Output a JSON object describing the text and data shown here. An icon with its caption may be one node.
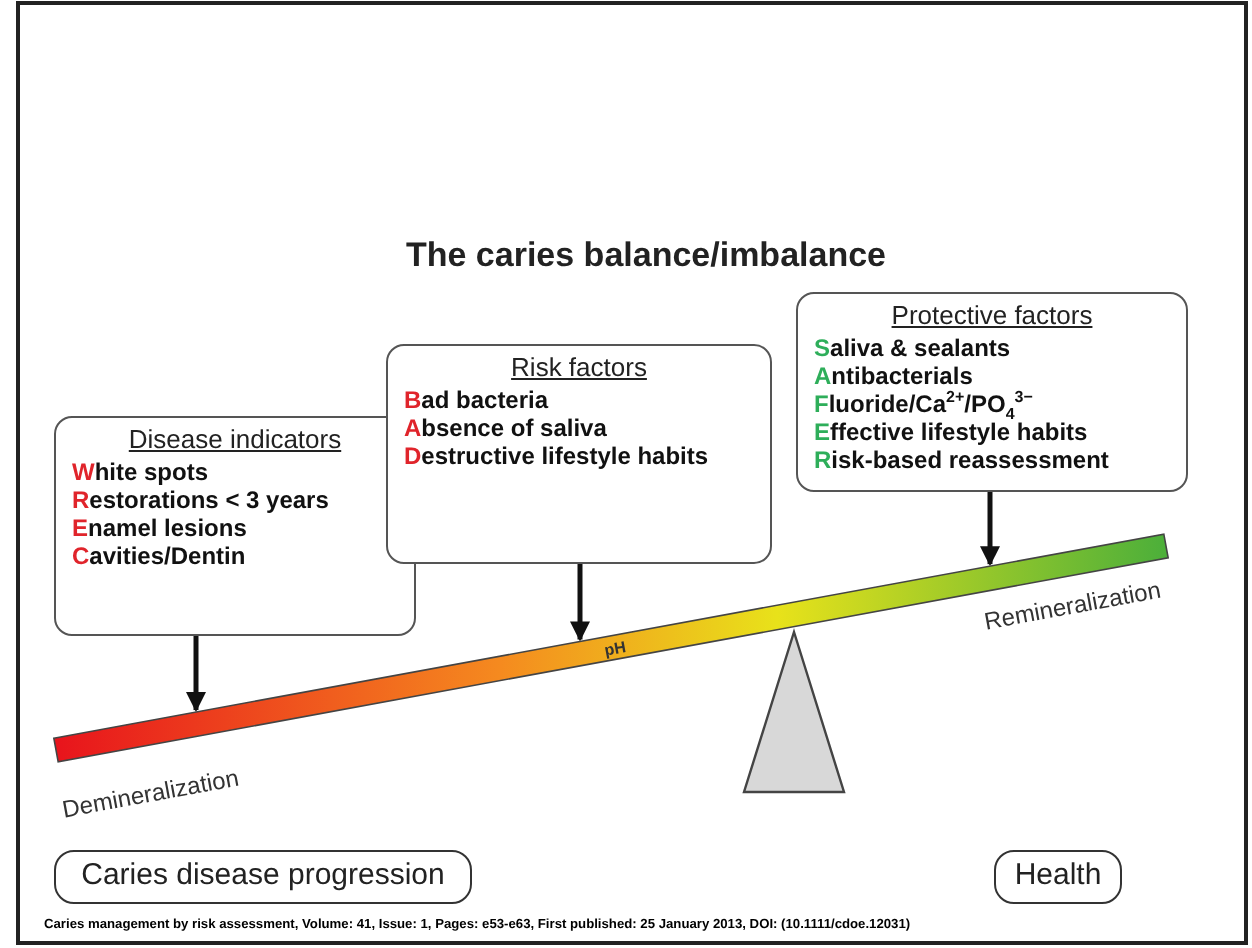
{
  "diagram": {
    "title": "The caries balance/imbalance",
    "nodes": [
      {
        "text": [
          "Disease indicators",
          "White spots",
          "Restorations < 3 years",
          "Enamel lesions",
          "Cavities/Dentin"
        ]
      },
      {
        "text": [
          "Risk factors",
          "Bad bacteria",
          "Absence of saliva",
          "Destructive lifestyle habits"
        ]
      },
      {
        "text": [
          "Protective factors",
          "Saliva & sealants",
          "Antibacterials",
          "Fluoride/Ca$^{2+}$/PO$_{4}$$^{3−}$",
          "Effective lifestyle habits",
          "Risk-based reassessment"
        ]
      },
      {
        "text": [
          "pH"
        ]
      },
      {
        "text": [],
        "shape": "triangle"
      },
      {
        "text": [
          "Caries disease progression"
        ]
      },
      {
        "text": [
          "Health"
        ]
      }
    ],
    "edges": [
      {
        "from": 0,
        "to": 3,
        "arrow": "to"
      },
      {
        "from": 1,
        "to": 3,
        "arrow": "to"
      },
      {
        "from": 2,
        "to": 3,
        "arrow": "to"
      }
    ],
    "labels": [
      "Remineralization",
      "Demineralization",
      "Caries management by risk assessment, Volume: 41, Issue: 1, Pages: e53-e63, First published: 25 January 2013, DOI: (10.1111/cdoe.12031)"
    ]
  }
}
